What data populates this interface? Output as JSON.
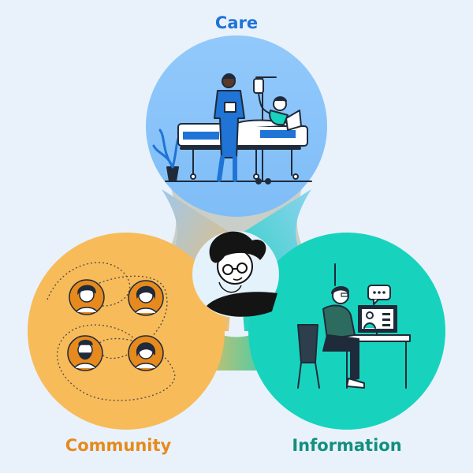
{
  "labels": {
    "care": "Care",
    "community": "Community",
    "information": "Information"
  },
  "colors": {
    "care": "#8ec7fb",
    "community": "#f8bb5a",
    "information": "#17d3bd",
    "background": "#e9f2fb",
    "care_text": "#1f74d6",
    "community_text": "#e68a1d",
    "information_text": "#138f7f"
  },
  "icons": [
    "nurse-icon",
    "hospital-bed-icon",
    "patient-icon",
    "iv-drip-icon",
    "plant-icon",
    "person-avatar-icon",
    "community-avatar-icon",
    "laptop-doctor-icon",
    "chat-bubble-icon",
    "desk-icon",
    "chair-icon"
  ]
}
